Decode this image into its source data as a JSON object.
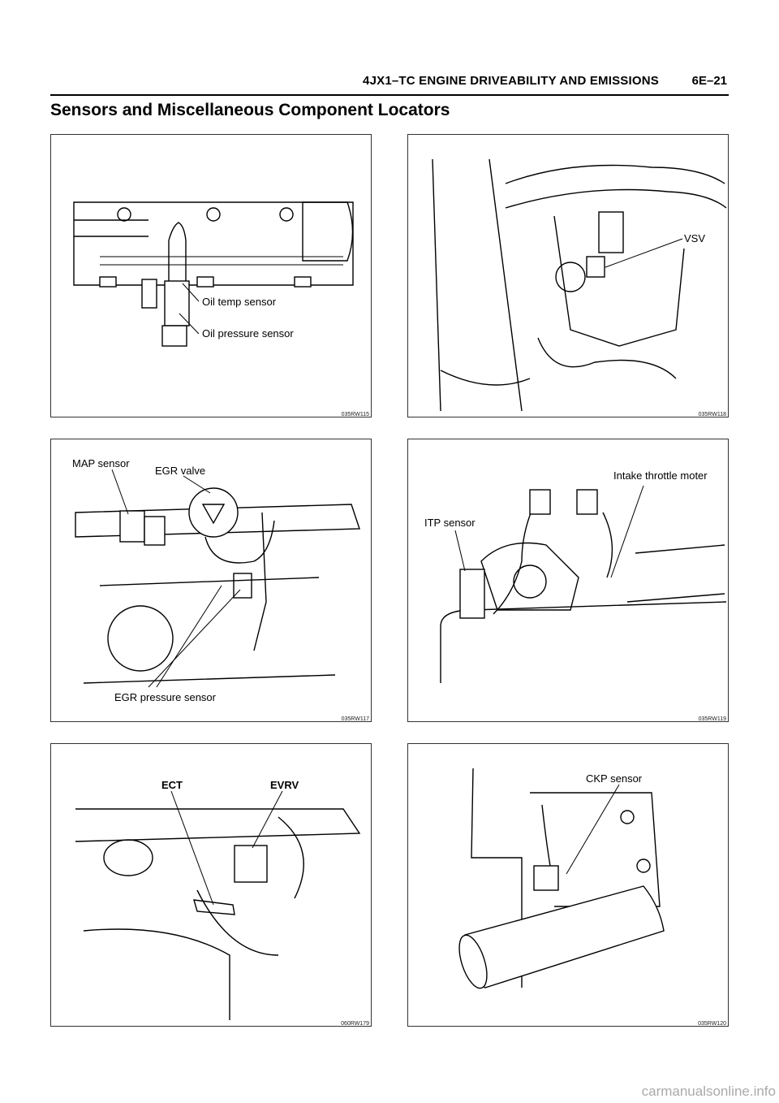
{
  "header": {
    "title": "4JX1–TC ENGINE DRIVEABILITY AND EMISSIONS",
    "page": "6E–21"
  },
  "section_title": "Sensors and Miscellaneous Component Locators",
  "figures": [
    {
      "id": "035RW115",
      "labels": [
        "Oil temp sensor",
        "Oil pressure sensor"
      ]
    },
    {
      "id": "035RW118",
      "labels": [
        "VSV"
      ]
    },
    {
      "id": "035RW117",
      "labels": [
        "MAP sensor",
        "EGR valve",
        "EGR pressure sensor"
      ]
    },
    {
      "id": "035RW119",
      "labels": [
        "Intake throttle moter",
        "ITP sensor"
      ]
    },
    {
      "id": "060RW179",
      "labels": [
        "ECT",
        "EVRV"
      ]
    },
    {
      "id": "035RW120",
      "labels": [
        "CKP sensor"
      ]
    }
  ],
  "footer": {
    "watermark": "carmanualsonline.info"
  }
}
